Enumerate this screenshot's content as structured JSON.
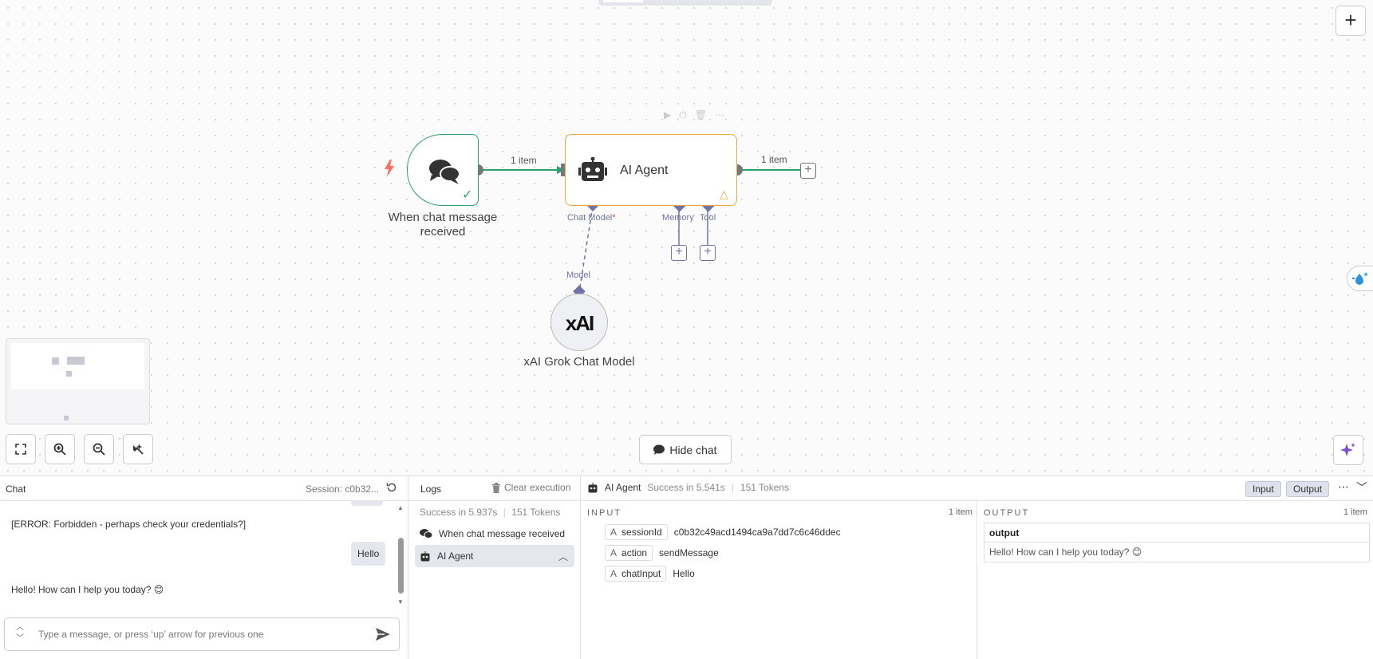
{
  "canvas": {
    "trigger_title_line1": "When chat message",
    "trigger_title_line2": "received",
    "agent_label": "AI Agent",
    "edge1_label": "1 item",
    "edge2_label": "1 item",
    "handle_chat_model": "Chat Model",
    "handle_chat_model_req": "*",
    "handle_memory": "Memory",
    "handle_tool": "Tool",
    "model_handle_label": "Model",
    "model_glyph": "xAI",
    "model_title": "xAI Grok Chat Model",
    "hide_chat_label": "Hide chat",
    "colors": {
      "success": "#29a36a",
      "agent_border": "#f0a93b",
      "handle": "#6f74a8",
      "trigger_bolt": "#ff6f5c"
    }
  },
  "chat": {
    "title": "Chat",
    "session": "Session: c0b32...",
    "messages": [
      {
        "role": "bot",
        "text": "[ERROR: Forbidden - perhaps check your credentials?]"
      },
      {
        "role": "user",
        "text": "Hello"
      },
      {
        "role": "bot",
        "text": "Hello! How can I help you today? 😊"
      }
    ],
    "input_placeholder": "Type a message, or press ‘up’ arrow for previous one"
  },
  "logs": {
    "title": "Logs",
    "clear_label": "Clear execution",
    "summary_status": "Success in 5.937s",
    "summary_tokens": "151 Tokens",
    "rows": [
      {
        "label": "When chat message received",
        "active": false
      },
      {
        "label": "AI Agent",
        "active": true
      }
    ]
  },
  "detail": {
    "node_name": "AI Agent",
    "status": "Success in 5.541s",
    "tokens": "151 Tokens",
    "input_toggle": "Input",
    "output_toggle": "Output",
    "input_label": "INPUT",
    "input_count": "1 item",
    "output_label": "OUTPUT",
    "output_count": "1 item",
    "input_fields": [
      {
        "type": "A",
        "name": "sessionId",
        "value": "c0b32c49acd1494ca9a7dd7c6c46ddec"
      },
      {
        "type": "A",
        "name": "action",
        "value": "sendMessage"
      },
      {
        "type": "A",
        "name": "chatInput",
        "value": "Hello"
      }
    ],
    "output_header": "output",
    "output_value": "Hello! How can I help you today? 😊"
  }
}
